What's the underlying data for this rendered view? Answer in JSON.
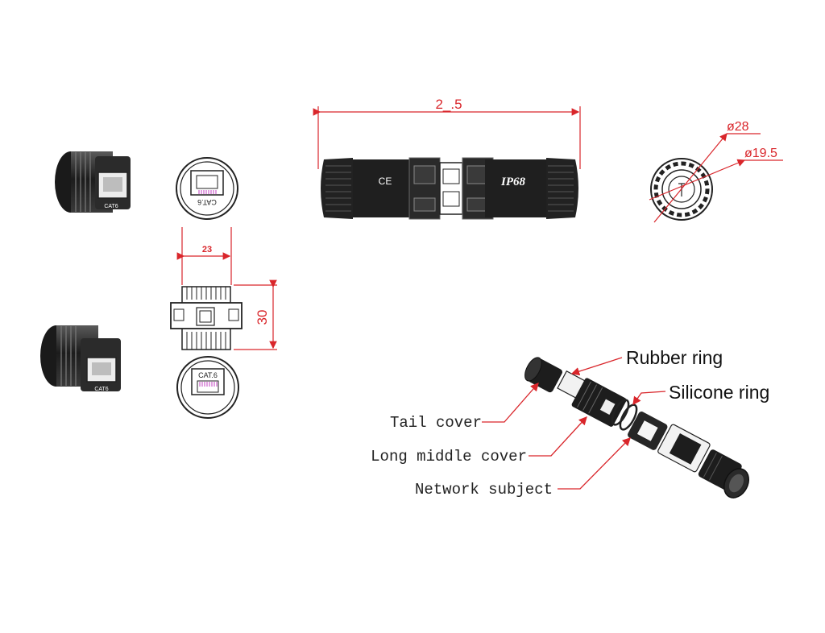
{
  "dimensions": {
    "overall_length": "2_.5",
    "width": "23",
    "height": "30",
    "outer_diameter": "ø28",
    "inner_diameter": "ø19.5"
  },
  "markings": {
    "ce": "CE",
    "ip_rating": "IP68",
    "cat_front": "CAT.6",
    "cat_back": "CAT.6",
    "cat_iso_top": "CAT6",
    "cat_iso_bottom": "CAT6"
  },
  "callouts": {
    "rubber_ring": "Rubber ring",
    "silicone_ring": "Silicone ring",
    "tail_cover": "Tail cover",
    "long_middle_cover": "Long middle cover",
    "network_subject": "Network subject"
  },
  "colors": {
    "dimension_line": "#d9262b",
    "outline": "#222222",
    "body_dark": "#1f1f1f"
  }
}
